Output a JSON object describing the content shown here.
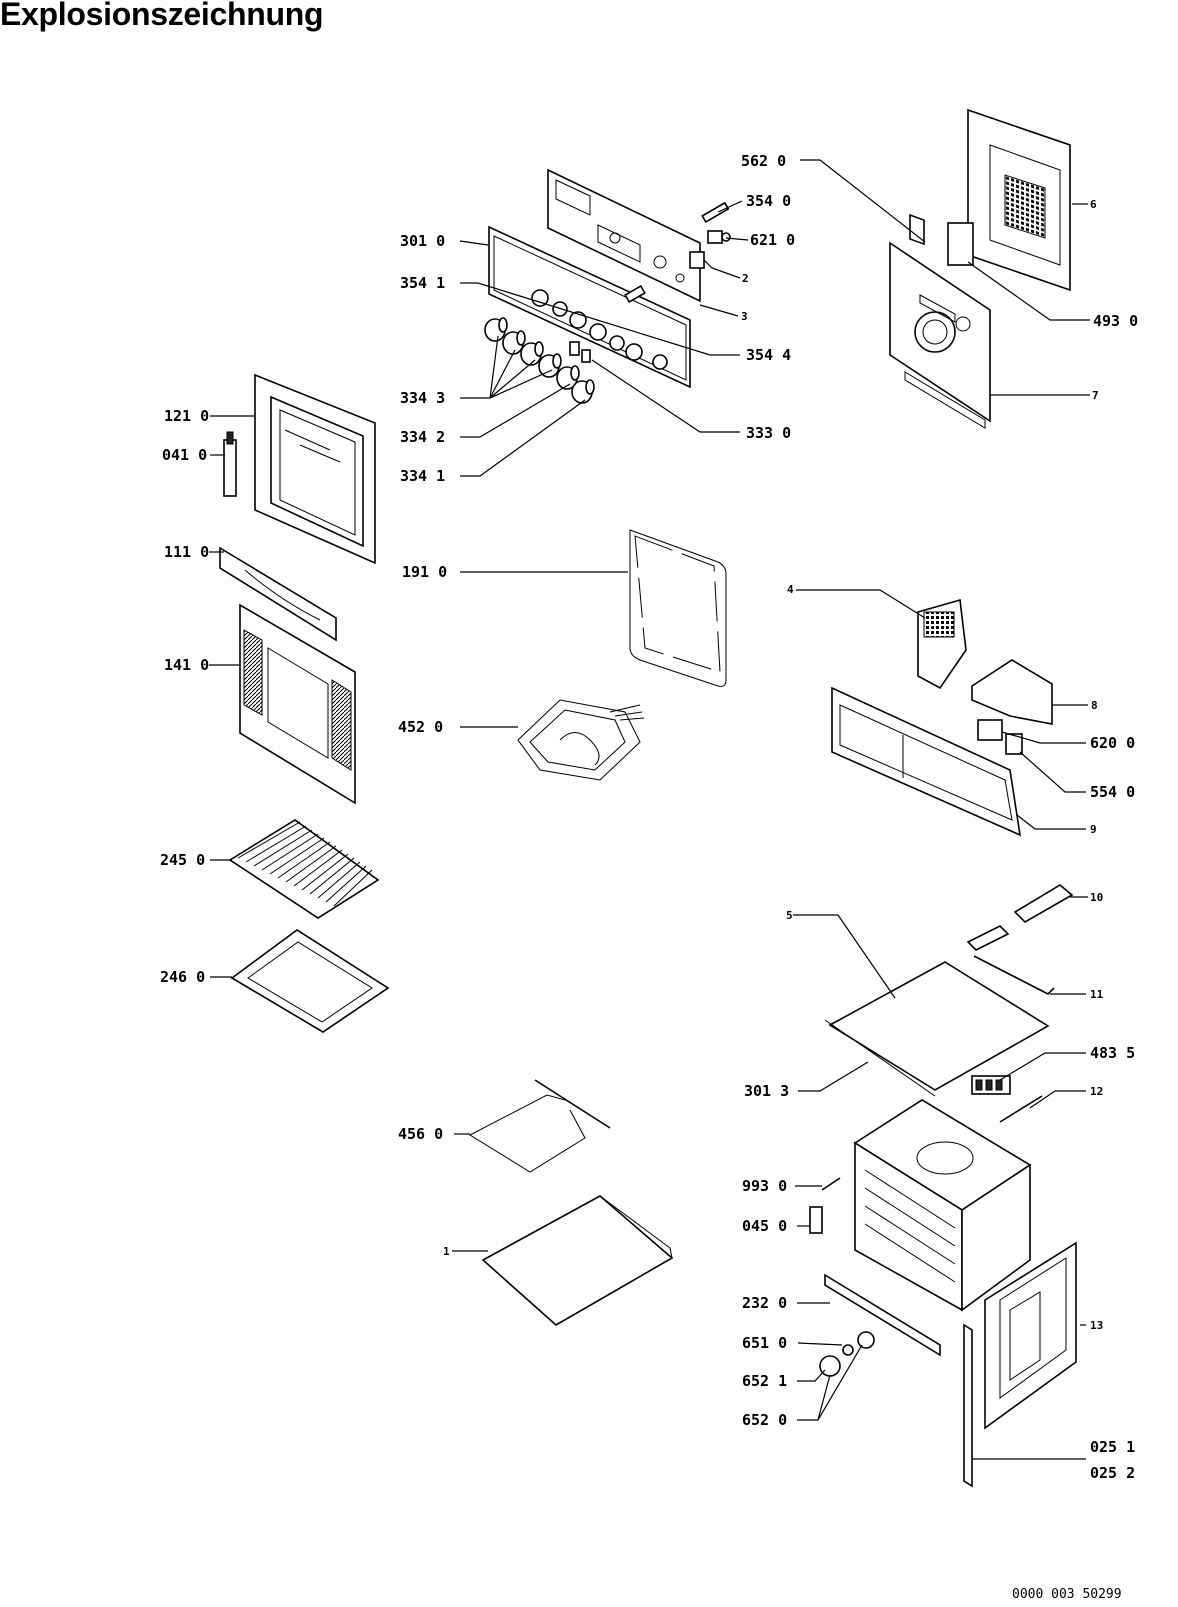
{
  "title": "Explosionszeichnung",
  "document_number": "0000 003 50299",
  "labels": {
    "l5620": "562 0",
    "l3540": "354 0",
    "l6210": "621 0",
    "l3010": "301 0",
    "l2": "2",
    "l3541": "354 1",
    "l3": "3",
    "l3544": "354 4",
    "l3343": "334 3",
    "l3342": "334 2",
    "l3341": "334 1",
    "l3330": "333 0",
    "l6": "6",
    "l4930": "493 0",
    "l7": "7",
    "l1210": "121 0",
    "l0410": "041 0",
    "l1110": "111 0",
    "l1410": "141 0",
    "l1910": "191 0",
    "l4520": "452 0",
    "l4": "4",
    "l8": "8",
    "l6200": "620 0",
    "l5540": "554 0",
    "l9": "9",
    "l2450": "245 0",
    "l2460": "246 0",
    "l10": "10",
    "l5": "5",
    "l11": "11",
    "l4835": "483 5",
    "l3013": "301 3",
    "l12": "12",
    "l4560": "456 0",
    "l1": "1",
    "l9930": "993 0",
    "l0450": "045 0",
    "l2320": "232 0",
    "l6510": "651 0",
    "l6521": "652 1",
    "l6520": "652 0",
    "l13": "13",
    "l0251": "025 1",
    "l0252": "025 2"
  }
}
